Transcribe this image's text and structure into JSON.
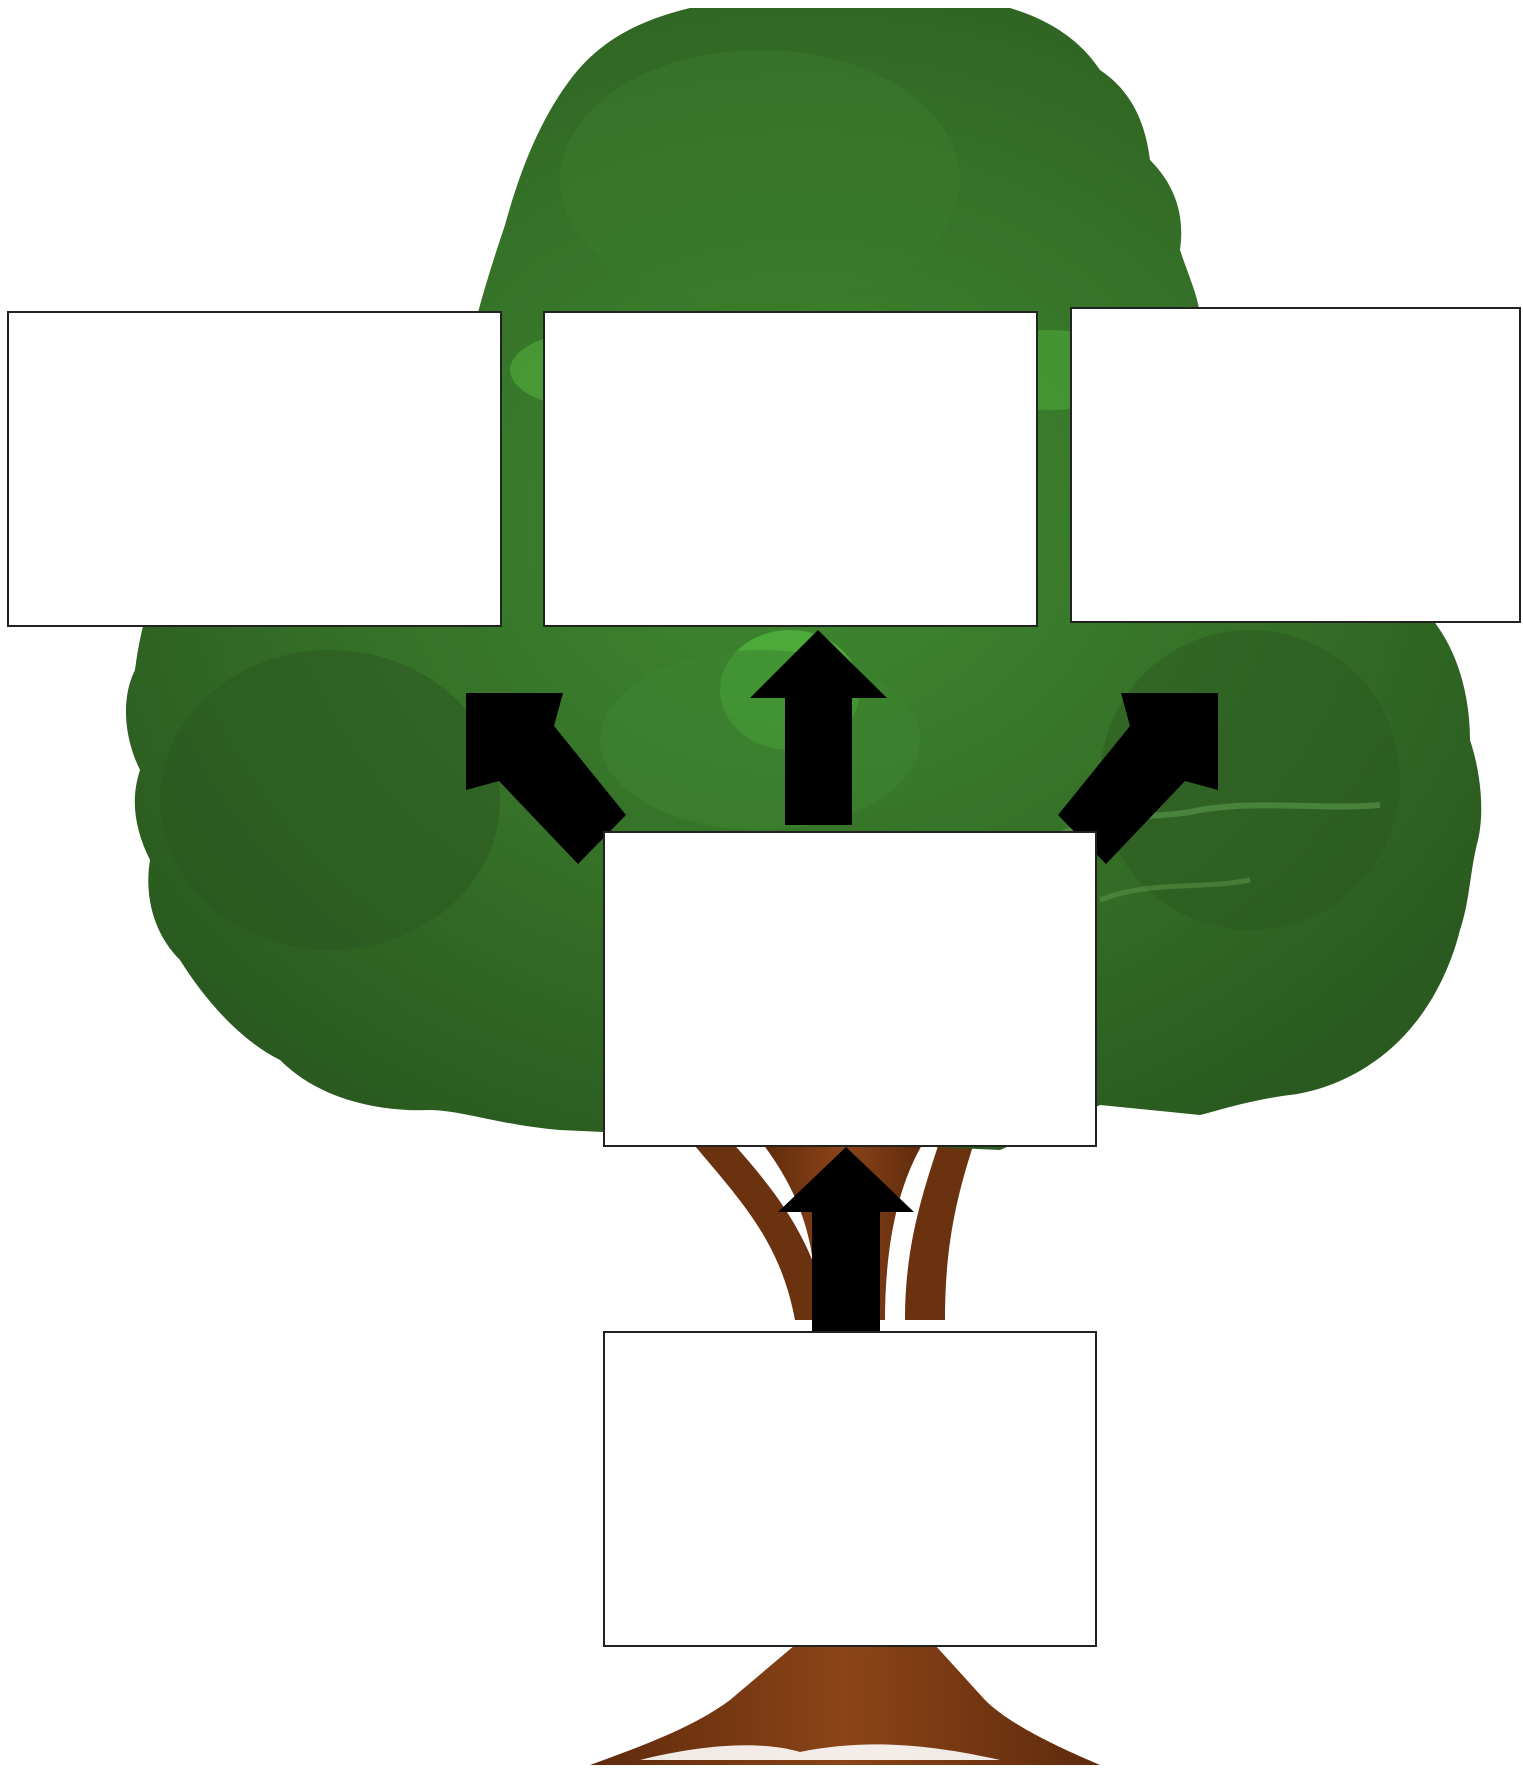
{
  "colors": {
    "foliage_dark": "#2f5e22",
    "foliage_mid": "#3f7d2e",
    "foliage_light": "#4fa63a",
    "trunk": "#7a3a12",
    "arrow": "#000000",
    "box_fill": "#ffffff",
    "box_border": "#222222"
  },
  "boxes": {
    "branch_left": "",
    "branch_center": "",
    "branch_right": "",
    "trunk": "",
    "root": ""
  },
  "arrows": [
    {
      "from": "root",
      "to": "trunk"
    },
    {
      "from": "trunk",
      "to": "branch_left"
    },
    {
      "from": "trunk",
      "to": "branch_center"
    },
    {
      "from": "trunk",
      "to": "branch_right"
    }
  ]
}
